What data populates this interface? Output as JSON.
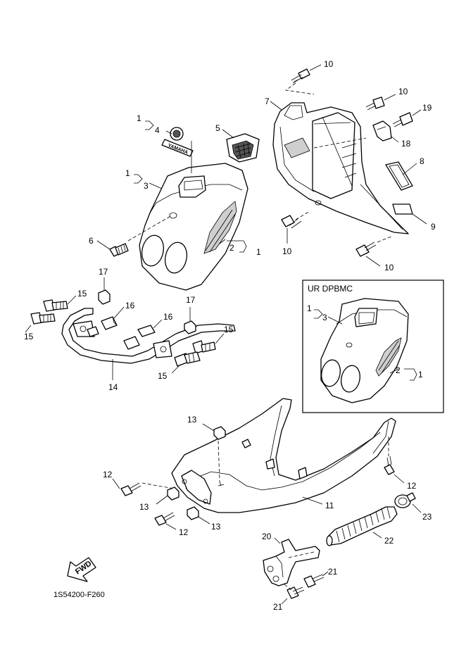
{
  "diagram": {
    "inset_title": "UR DPBMC",
    "catalog_code": "1S54200-F260",
    "fwd_label": "FWD",
    "emblem_text": "YAMAHA",
    "callouts": {
      "c10a": "10",
      "c10b": "10",
      "c19": "19",
      "c7": "7",
      "c18": "18",
      "c8": "8",
      "c9": "9",
      "c10c": "10",
      "c10d": "10",
      "c1a": "1",
      "c4": "4",
      "c5": "5",
      "c1b": "1",
      "c3": "3",
      "c6": "6",
      "c2": "2",
      "c1c": "1",
      "c17a": "17",
      "c15a": "15",
      "c16a": "16",
      "c16b": "16",
      "c17b": "17",
      "c15b": "15",
      "c15c": "15",
      "c15d": "15",
      "c14": "14",
      "ins1a": "1",
      "ins3": "3",
      "ins2": "2",
      "ins1b": "1",
      "c13a": "13",
      "c12a": "12",
      "c12b": "12",
      "c13b": "13",
      "c11": "11",
      "c12c": "12",
      "c13c": "13",
      "c23": "23",
      "c22": "22",
      "c20": "20",
      "c21a": "21",
      "c21b": "21"
    }
  }
}
